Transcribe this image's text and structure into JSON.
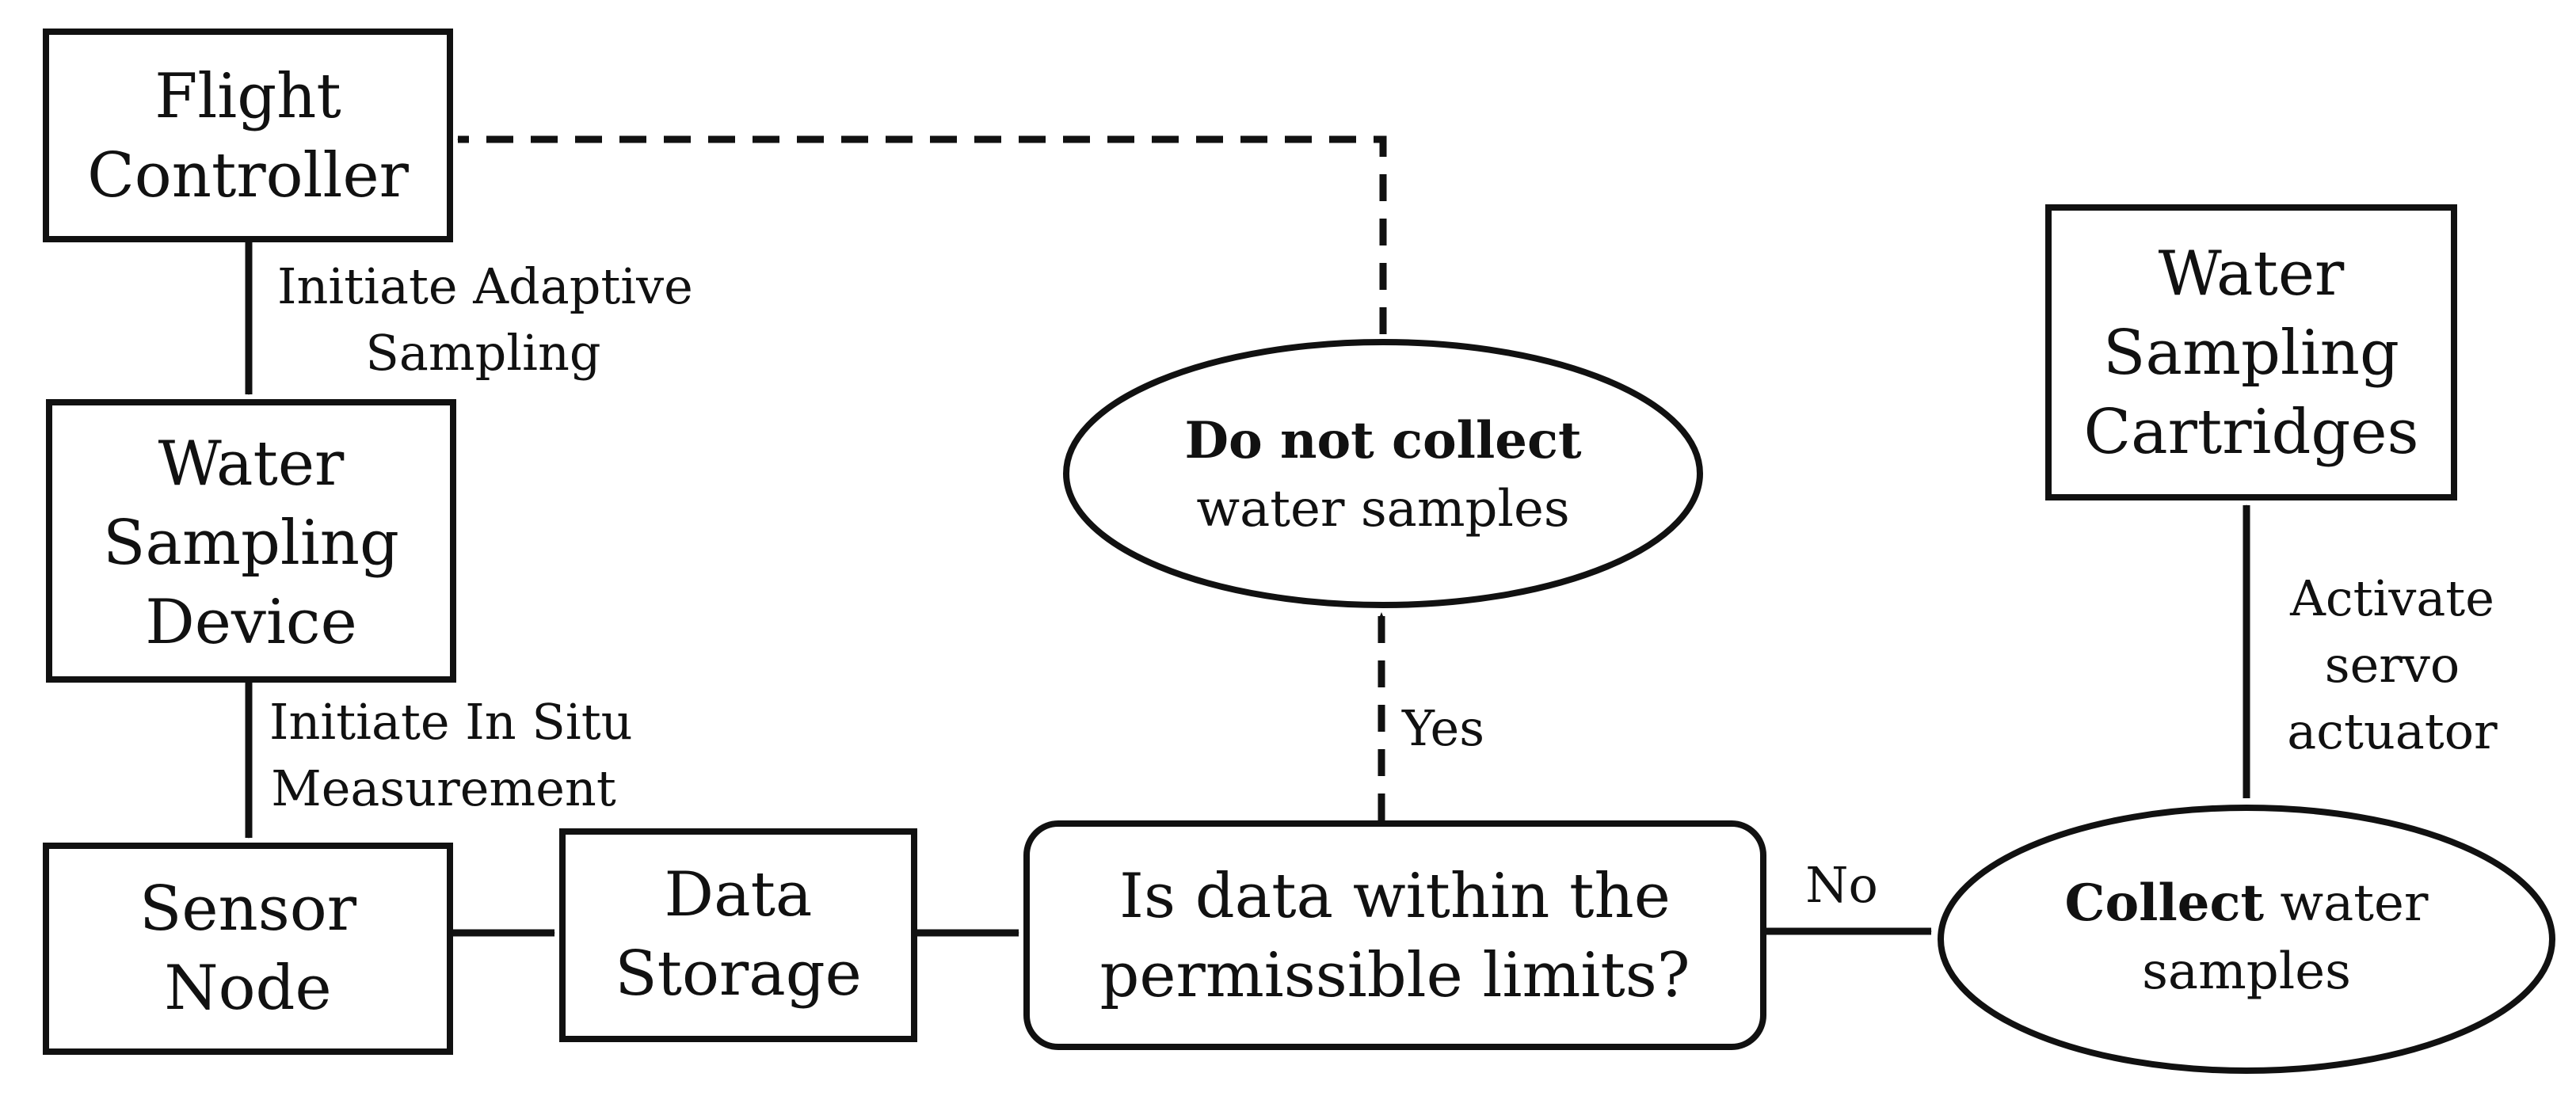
{
  "colors": {
    "stroke": "#111111",
    "background": "#ffffff"
  },
  "nodes": {
    "flight_controller": {
      "lines": [
        "Flight",
        "Controller"
      ]
    },
    "water_sampling_device": {
      "lines": [
        "Water",
        "Sampling",
        "Device"
      ]
    },
    "sensor_node": {
      "lines": [
        "Sensor",
        "Node"
      ]
    },
    "data_storage": {
      "lines": [
        "Data",
        "Storage"
      ]
    },
    "decision": {
      "lines": [
        "Is data within the",
        "permissible limits?"
      ]
    },
    "do_not_collect": {
      "bold": "Do not collect",
      "rest": "water samples"
    },
    "collect": {
      "bold": "Collect",
      "rest_line1": " water",
      "rest_line2": "samples"
    },
    "cartridges": {
      "lines": [
        "Water",
        "Sampling",
        "Cartridges"
      ]
    }
  },
  "edge_labels": {
    "initiate_adaptive": [
      "Initiate Adaptive",
      "Sampling"
    ],
    "initiate_in_situ": [
      "Initiate In Situ",
      "Measurement"
    ],
    "yes": "Yes",
    "no": "No",
    "activate": [
      "Activate",
      "servo",
      "actuator"
    ]
  }
}
